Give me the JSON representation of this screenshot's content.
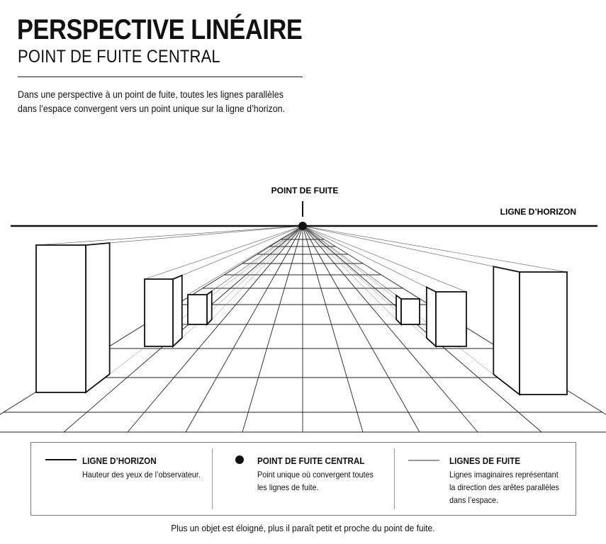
{
  "header": {
    "title": "PERSPECTIVE LINÉAIRE",
    "subtitle": "POINT DE FUITE CENTRAL",
    "intro_lines": [
      "Dans une perspective à un point de fuite, toutes les lignes parallèles",
      "dans l’espace convergent vers un point unique sur la ligne d’horizon."
    ]
  },
  "diagram": {
    "vanishing_point_label": "POINT DE FUITE",
    "horizon_label": "LIGNE D’HORIZON"
  },
  "legend": [
    {
      "title": "LIGNE D’HORIZON",
      "icon": "thick-line-icon",
      "lines": [
        "Hauteur des yeux de l’observateur."
      ]
    },
    {
      "title": "POINT DE FUITE CENTRAL",
      "icon": "filled-dot-icon",
      "lines": [
        "Point unique où convergent toutes",
        "les lignes de fuite."
      ]
    },
    {
      "title": "LIGNES DE FUITE",
      "icon": "thin-line-icon",
      "lines": [
        "Lignes imaginaires représentant",
        "la direction des arêtes parallèles",
        "dans l’espace."
      ]
    }
  ],
  "footer": {
    "note": "Plus un objet est éloigné, plus il paraît petit et proche du point de fuite."
  }
}
